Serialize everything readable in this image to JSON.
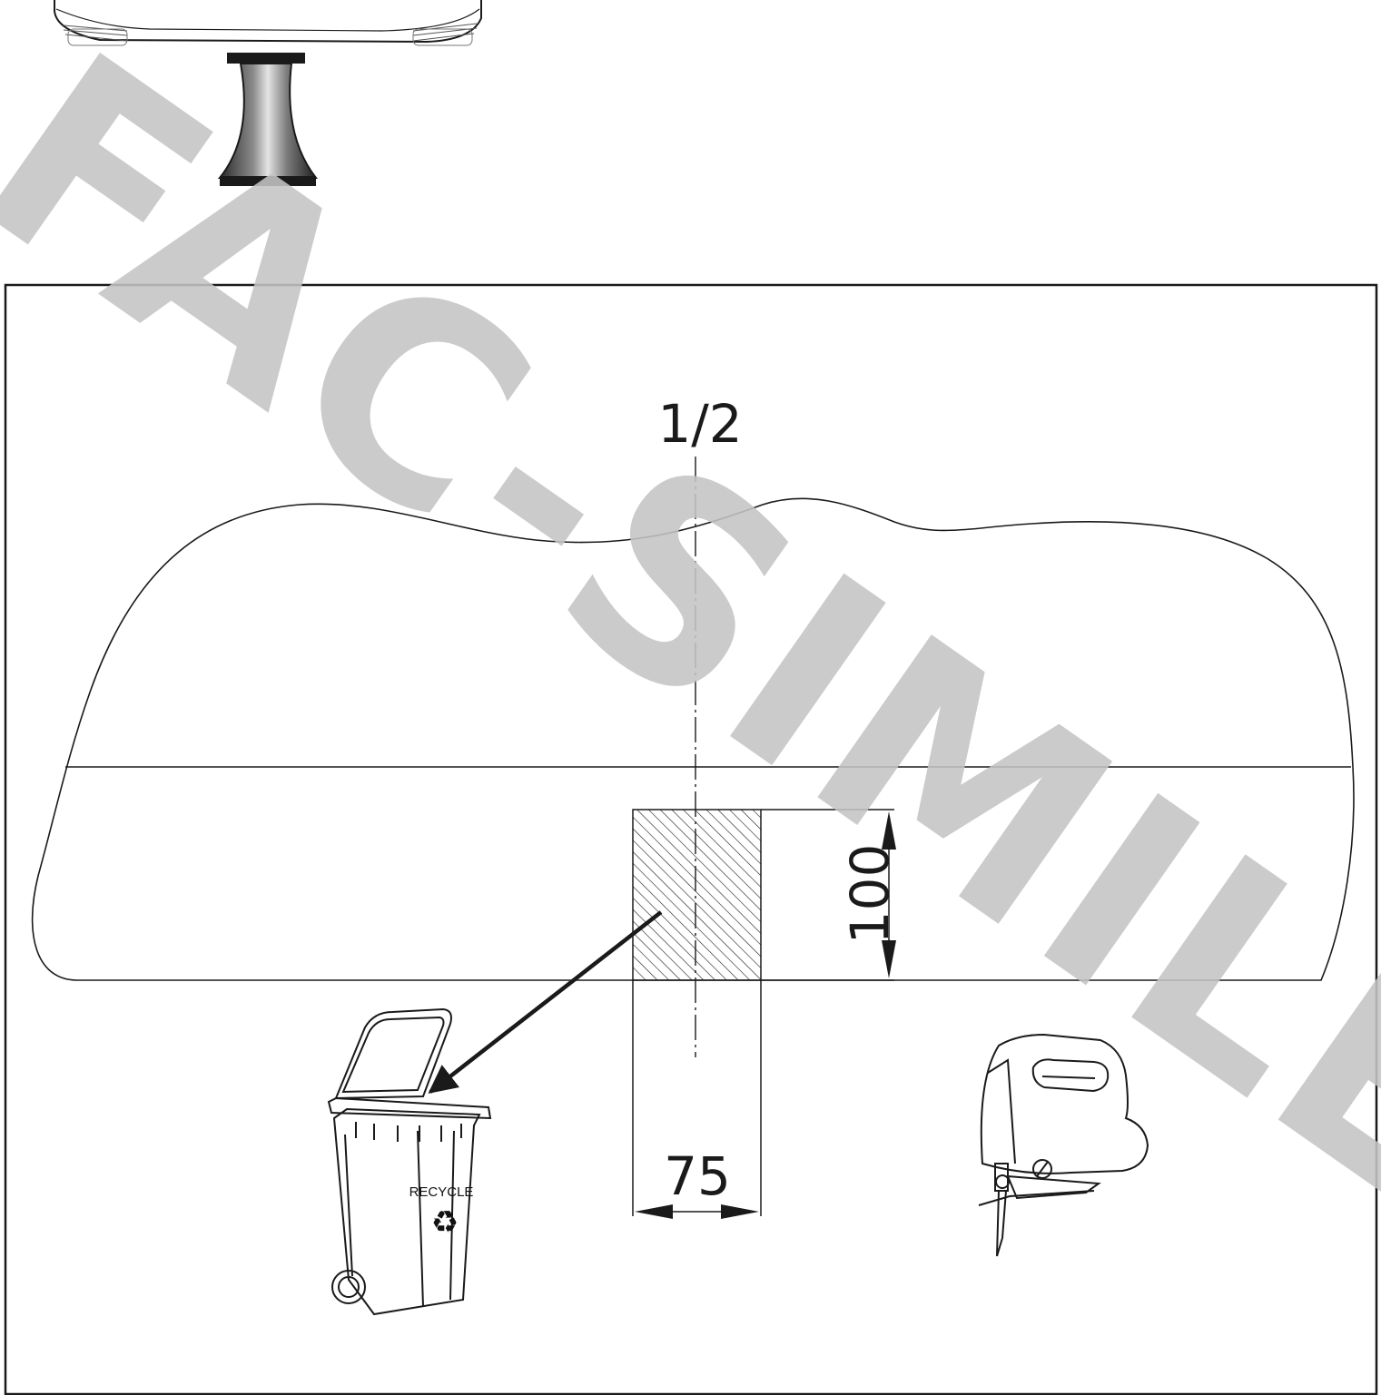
{
  "diagram": {
    "centerline_label": "1/2",
    "cutout_height": "100",
    "cutout_width": "75",
    "bin_label": "RECYCLE",
    "recycle_symbol": "♻",
    "watermark": "FAC-SIMILE"
  },
  "icons": {
    "top": "cart-support-foot-icon",
    "bin": "recycle-bin-icon",
    "tool": "jigsaw-icon"
  },
  "colors": {
    "ink": "#1a1a1a",
    "watermark": "#c4c4c4",
    "background": "#ffffff"
  }
}
